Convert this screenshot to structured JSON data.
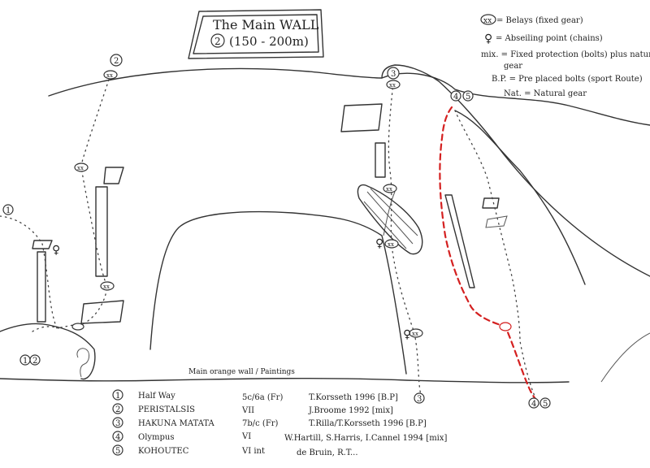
{
  "title": {
    "line1": "The Main WALL",
    "line2_num": "2",
    "line2_height": "(150 - 200m)"
  },
  "legend": [
    {
      "symbol": "xx",
      "text": "= Belays (fixed gear)"
    },
    {
      "symbol": "♀",
      "text": "= Abseiling point (chains)"
    },
    {
      "symbol": "",
      "text": "mix. = Fixed protection (bolts) plus natural"
    },
    {
      "symbol": "",
      "text": "gear"
    },
    {
      "symbol": "",
      "text": "B.P. = Pre placed bolts (sport Route)"
    },
    {
      "symbol": "",
      "text": "Nat. = Natural gear"
    }
  ],
  "labels": {
    "main_orange_wall": "Main orange wall / Paintings"
  },
  "route_markers": [
    "1",
    "2",
    "3",
    "4",
    "5"
  ],
  "belay_label": "xx",
  "routes": [
    {
      "num": "1",
      "name": "Half Way",
      "grade": "5c/6a (Fr)",
      "first_ascent": "T.Korsseth 1996 [B.P]"
    },
    {
      "num": "2",
      "name": "PERISTALSIS",
      "grade": "VII",
      "first_ascent": "J.Broome 1992 [mix]"
    },
    {
      "num": "3",
      "name": "HAKUNA MATATA",
      "grade": "7b/c (Fr)",
      "first_ascent": "T.Rilla/T.Korsseth 1996 [B.P]"
    },
    {
      "num": "4",
      "name": "Olympus",
      "grade": "VI",
      "first_ascent": "W.Hartill, S.Harris, I.Cannel 1994 [mix]"
    },
    {
      "num": "5",
      "name": "KOHOUTEC",
      "grade": "VI int",
      "first_ascent": "de Bruin, R.T..."
    }
  ],
  "colors": {
    "ink": "#222222",
    "highlight_route": "#d42020",
    "paper": "#ffffff"
  }
}
